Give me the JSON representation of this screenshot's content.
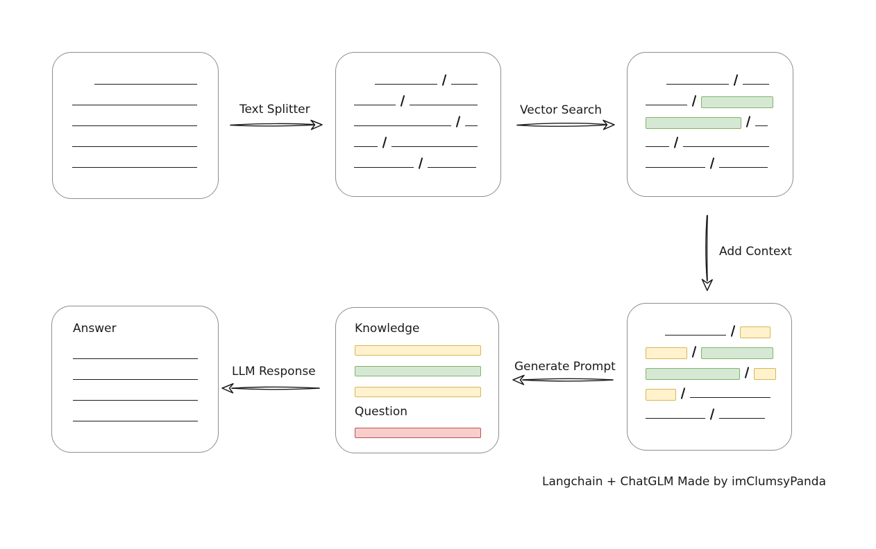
{
  "footer": {
    "credit": "Langchain + ChatGLM Made by imClumsyPanda"
  },
  "colors": {
    "ink": "#1a1a1a",
    "box_border": "#8c8c8c",
    "green_fill": "#d5e8d4",
    "green_border": "#82b366",
    "yellow_fill": "#fff2cc",
    "yellow_border": "#d6b656",
    "red_fill": "#f8cecc",
    "red_border": "#b85450"
  },
  "arrows": {
    "text_splitter": {
      "label": "Text Splitter",
      "direction": "right"
    },
    "vector_search": {
      "label": "Vector Search",
      "direction": "right"
    },
    "add_context": {
      "label": "Add Context",
      "direction": "down"
    },
    "generate_prompt": {
      "label": "Generate Prompt",
      "direction": "left"
    },
    "llm_response": {
      "label": "LLM Response",
      "direction": "left"
    }
  },
  "boxes": {
    "document": {
      "rows": [
        [
          {
            "t": "line",
            "w": 148,
            "ml": 32
          }
        ],
        [
          {
            "t": "line",
            "w": 180
          }
        ],
        [
          {
            "t": "line",
            "w": 180
          }
        ],
        [
          {
            "t": "line",
            "w": 180
          }
        ],
        [
          {
            "t": "line",
            "w": 180
          }
        ]
      ]
    },
    "split_text": {
      "rows": [
        [
          {
            "t": "line",
            "w": 90,
            "ml": 30
          },
          {
            "t": "slash"
          },
          {
            "t": "line",
            "w": 38
          }
        ],
        [
          {
            "t": "line",
            "w": 60
          },
          {
            "t": "slash"
          },
          {
            "t": "line",
            "w": 98
          }
        ],
        [
          {
            "t": "line",
            "w": 140
          },
          {
            "t": "slash"
          },
          {
            "t": "line",
            "w": 18
          }
        ],
        [
          {
            "t": "line",
            "w": 34
          },
          {
            "t": "slash"
          },
          {
            "t": "line",
            "w": 124
          }
        ],
        [
          {
            "t": "line",
            "w": 86
          },
          {
            "t": "slash"
          },
          {
            "t": "line",
            "w": 70
          }
        ]
      ]
    },
    "vector_results": {
      "rows": [
        [
          {
            "t": "line",
            "w": 90,
            "ml": 30
          },
          {
            "t": "slash"
          },
          {
            "t": "line",
            "w": 38
          }
        ],
        [
          {
            "t": "line",
            "w": 60
          },
          {
            "t": "slash"
          },
          {
            "t": "green",
            "w": 104
          }
        ],
        [
          {
            "t": "green",
            "w": 138
          },
          {
            "t": "slash"
          },
          {
            "t": "line",
            "w": 18
          }
        ],
        [
          {
            "t": "line",
            "w": 34
          },
          {
            "t": "slash"
          },
          {
            "t": "line",
            "w": 124
          }
        ],
        [
          {
            "t": "line",
            "w": 86
          },
          {
            "t": "slash"
          },
          {
            "t": "line",
            "w": 70
          }
        ]
      ]
    },
    "added_context": {
      "rows": [
        [
          {
            "t": "line",
            "w": 88,
            "ml": 28
          },
          {
            "t": "slash"
          },
          {
            "t": "yellow",
            "w": 44
          }
        ],
        [
          {
            "t": "yellow",
            "w": 60
          },
          {
            "t": "slash"
          },
          {
            "t": "green",
            "w": 104
          }
        ],
        [
          {
            "t": "green",
            "w": 136
          },
          {
            "t": "slash"
          },
          {
            "t": "yellow",
            "w": 32
          }
        ],
        [
          {
            "t": "yellow",
            "w": 44
          },
          {
            "t": "slash"
          },
          {
            "t": "line",
            "w": 116
          }
        ],
        [
          {
            "t": "line",
            "w": 86
          },
          {
            "t": "slash"
          },
          {
            "t": "line",
            "w": 66
          }
        ]
      ]
    },
    "prompt": {
      "knowledge_label": "Knowledge",
      "question_label": "Question",
      "knowledge_bars": [
        "yellow",
        "green",
        "yellow"
      ],
      "question_bars": [
        "red"
      ]
    },
    "answer": {
      "label": "Answer",
      "rows": [
        [
          {
            "t": "line",
            "w": 180
          }
        ],
        [
          {
            "t": "line",
            "w": 180
          }
        ],
        [
          {
            "t": "line",
            "w": 180
          }
        ],
        [
          {
            "t": "line",
            "w": 180
          }
        ]
      ]
    }
  }
}
